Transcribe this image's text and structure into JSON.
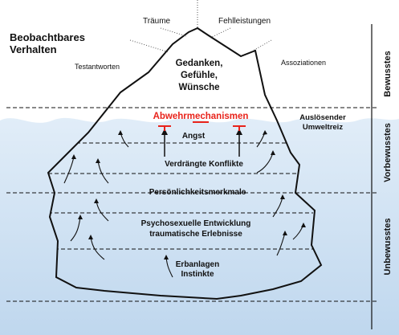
{
  "header": {
    "title_line1": "Beobachtbares",
    "title_line2": "Verhalten"
  },
  "surface_labels": {
    "traeume": "Träume",
    "fehlleistungen": "Fehlleistungen",
    "testantworten": "Testantworten",
    "assoziationen": "Assoziationen",
    "ausloesender_line1": "Auslösender",
    "ausloesender_line2": "Umweltreiz"
  },
  "iceberg_labels": {
    "gedanken_line1": "Gedanken,",
    "gedanken_line2": "Gefühle,",
    "gedanken_line3": "Wünsche",
    "abwehr": "Abwehrmechanismen",
    "angst": "Angst",
    "verdraengte": "Verdrängte Konflikte",
    "persoenlichkeit": "Persönlichkeitsmerkmale",
    "psycho_line1": "Psychosexuelle Entwicklung",
    "psycho_line2": "traumatische Erlebnisse",
    "erb_line1": "Erbanlagen",
    "erb_line2": "Instinkte"
  },
  "side_labels": {
    "bewusstes": "Bewusstes",
    "vorbewusstes": "Vorbewusstes",
    "unbewusstes": "Unbewusstes"
  },
  "colors": {
    "water_light": "#dbe8f6",
    "water_deep": "#c6dcf1",
    "abwehr_red": "#e8231b",
    "line": "#111111"
  }
}
